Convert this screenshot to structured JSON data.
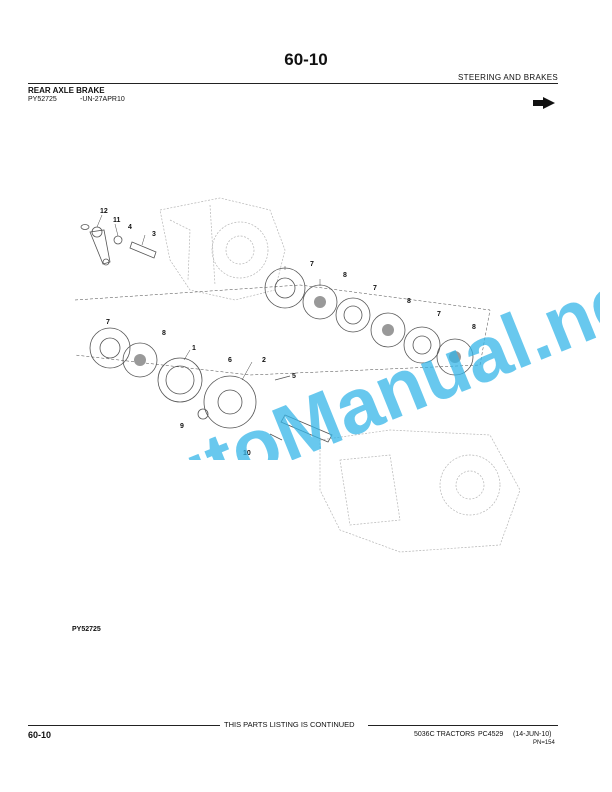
{
  "page_number": "60-10",
  "section_title": "STEERING AND BRAKES",
  "heading": "REAR AXLE BRAKE",
  "figure": {
    "ref": "PY52725",
    "date": "-UN-27APR10",
    "caption_id": "PY52725"
  },
  "callouts": {
    "c1": "1",
    "c2": "2",
    "c3": "3",
    "c4": "4",
    "c5": "5",
    "c6": "6",
    "c7a": "7",
    "c7b": "7",
    "c7c": "7",
    "c7d": "7",
    "c8a": "8",
    "c8b": "8",
    "c8c": "8",
    "c8d": "8",
    "c9": "9",
    "c10": "10",
    "c11": "11",
    "c12": "12"
  },
  "watermark": "AutoManual.net",
  "footer": {
    "continued": "THIS PARTS LISTING IS CONTINUED",
    "page": "60-10",
    "model": "5036C TRACTORS",
    "pc": "PC4529",
    "date": "(14-JUN-10)",
    "pn": "PN=154"
  },
  "colors": {
    "watermark": "#35b5e8",
    "text": "#111111"
  },
  "icons": {
    "arrow": "right-pointing-hand-arrow-icon"
  }
}
